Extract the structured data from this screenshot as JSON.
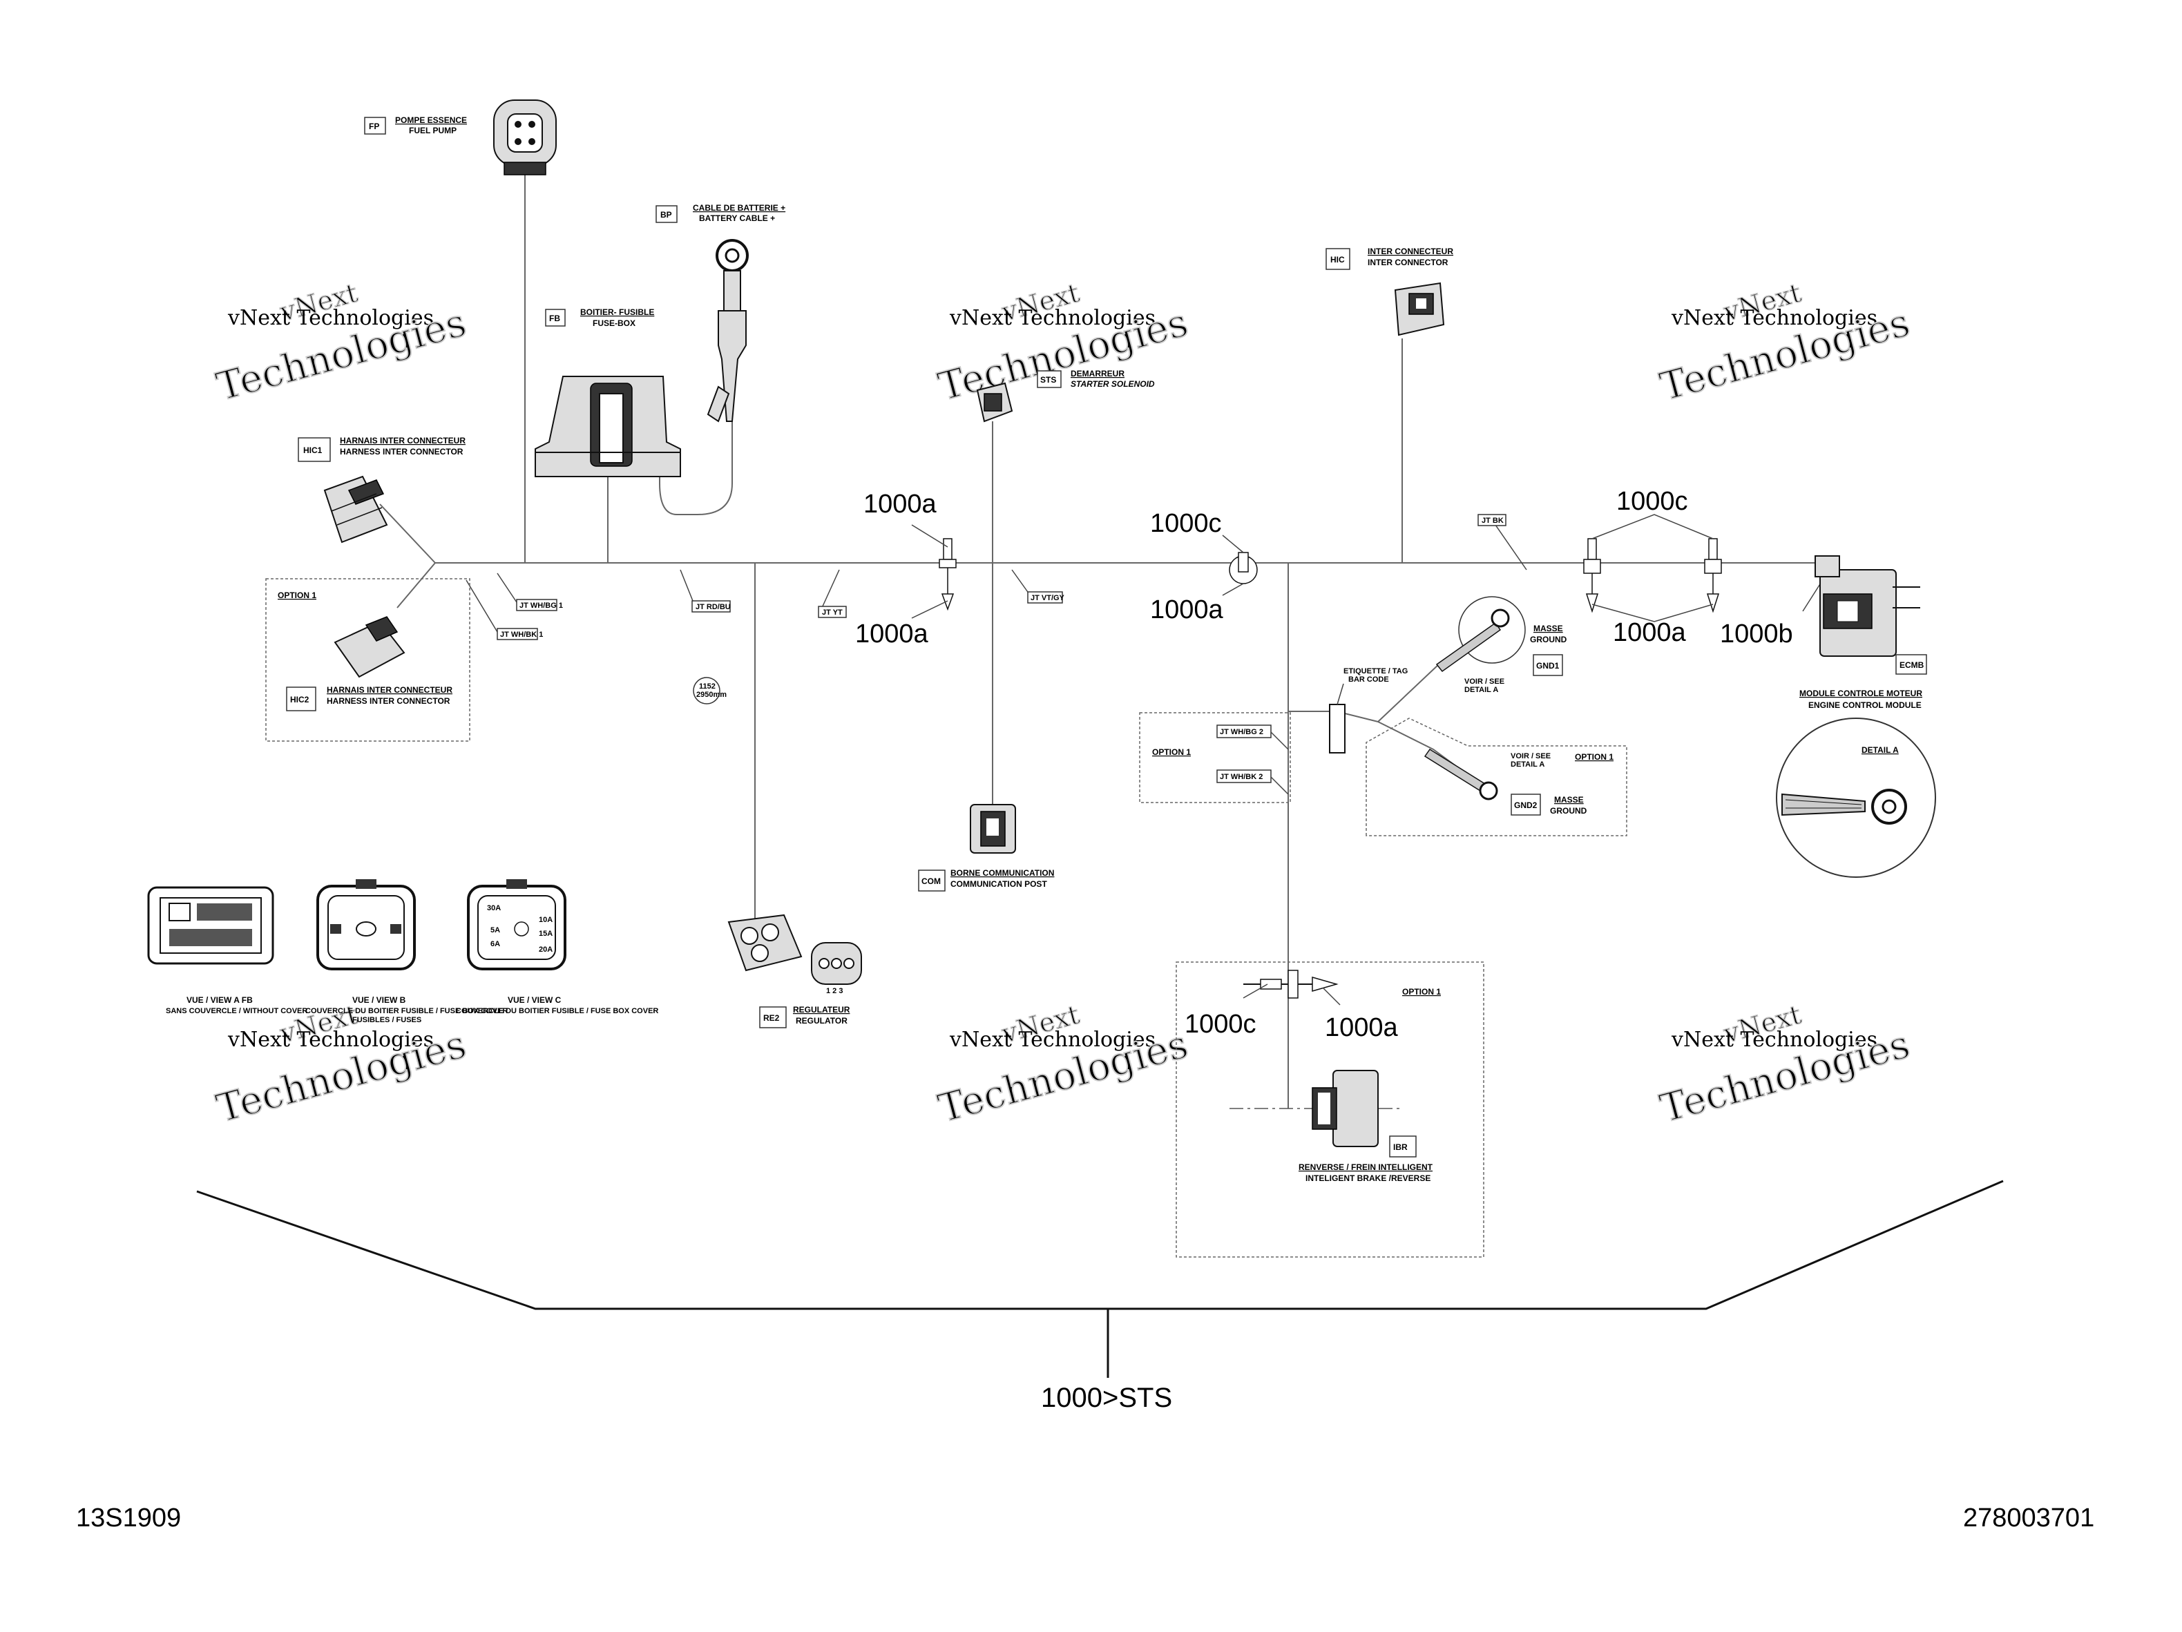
{
  "watermark": {
    "line1": "vNext",
    "line2": "vNext Technologies",
    "line3": "Technologies"
  },
  "components": {
    "fp": {
      "code": "FP",
      "fr": "POMPE ESSENCE",
      "en": "FUEL PUMP"
    },
    "bp": {
      "code": "BP",
      "fr": "CABLE DE BATTERIE +",
      "en": "BATTERY CABLE +"
    },
    "fb": {
      "code": "FB",
      "fr": "BOITIER- FUSIBLE",
      "en": "FUSE-BOX"
    },
    "sts": {
      "code": "STS",
      "fr": "DEMARREUR",
      "en": "STARTER SOLENOID"
    },
    "hic": {
      "code": "HIC",
      "fr": "INTER CONNECTEUR",
      "en": "INTER CONNECTOR"
    },
    "hic1": {
      "code": "HIC1",
      "fr": "HARNAIS INTER CONNECTEUR",
      "en": "HARNESS INTER CONNECTOR"
    },
    "hic2": {
      "code": "HIC2",
      "fr": "HARNAIS INTER CONNECTEUR",
      "en": "HARNESS INTER CONNECTOR"
    },
    "gnd1": {
      "code": "GND1",
      "fr": "MASSE",
      "en": "GROUND"
    },
    "gnd2": {
      "code": "GND2",
      "fr": "MASSE",
      "en": "GROUND"
    },
    "ecm": {
      "code": "ECMB",
      "fr": "MODULE CONTROLE MOTEUR",
      "en": "ENGINE CONTROL MODULE"
    },
    "com": {
      "code": "COM",
      "fr": "BORNE COMMUNICATION",
      "en": "COMMUNICATION POST"
    },
    "re2": {
      "code": "RE2",
      "fr": "REGULATEUR",
      "en": "REGULATOR"
    },
    "ibr": {
      "code": "IBR",
      "fr": "RENVERSE / FREIN INTELLIGENT",
      "en": "INTELIGENT BRAKE /REVERSE"
    }
  },
  "options": {
    "option1": "OPTION 1"
  },
  "wire_tags": {
    "wh_bg_1": "JT WH/BG 1",
    "wh_bk_1": "JT WH/BK 1",
    "rd_bu": "JT RD/BU",
    "yt": "JT YT",
    "vt_gy": "JT VT/GY",
    "bk": "JT BK",
    "wh_bg_2": "JT WH/BG 2",
    "wh_bk_2": "JT WH/BK 2"
  },
  "length_tag": {
    "line1": "1152",
    "line2": "2950mm"
  },
  "etiquette": {
    "line1": "ETIQUETTE / TAG",
    "line2": "BAR CODE"
  },
  "detail": {
    "voir1": "VOIR / SEE",
    "voir2": "DETAIL A",
    "title": "DETAIL A"
  },
  "callouts": {
    "c1": "1000a",
    "c2": "1000a",
    "c3": "1000c",
    "c4": "1000a",
    "c5": "1000c",
    "c6": "1000a",
    "c7": "1000b",
    "c8": "1000c",
    "c9": "1000a"
  },
  "views": {
    "a_title": "VUE / VIEW A    FB",
    "a_sub": "SANS COUVERCLE / WITHOUT COVER",
    "b_title": "VUE / VIEW B",
    "b_sub1": "COUVERCLE DU BOITIER FUSIBLE / FUSE BOX COVER",
    "b_sub2": "FUSIBLES / FUSES",
    "c_title": "VUE / VIEW C",
    "c_sub": "COUVERCLE DU BOITIER FUSIBLE / FUSE BOX COVER",
    "c_f1": "30A",
    "c_f2": "10A",
    "c_f3": "15A",
    "c_f4": "5A",
    "c_f5": "6A",
    "c_f6": "20A"
  },
  "regulator_pins": "1  2  3",
  "assembly": "1000>STS",
  "footer": {
    "left": "13S1909",
    "right": "278003701"
  }
}
